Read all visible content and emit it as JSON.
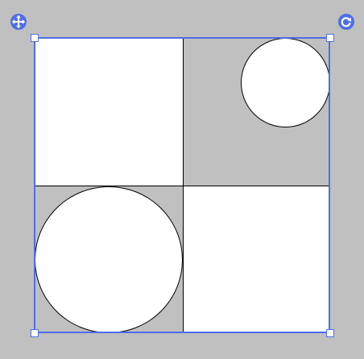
{
  "colors": {
    "background": "#c0c0c0",
    "tile_fill": "#ffffff",
    "tile_gray": "#c0c0c0",
    "outline": "#000000",
    "selection_accent": "#4f6ee8"
  },
  "controls": {
    "move_icon": "move-arrows-icon",
    "rotate_icon": "rotate-icon"
  },
  "figure": {
    "cells": [
      {
        "position": "top-left",
        "fill": "#ffffff"
      },
      {
        "position": "top-right",
        "fill": "#c0c0c0"
      },
      {
        "position": "bottom-left",
        "fill": "#c0c0c0"
      },
      {
        "position": "bottom-right",
        "fill": "#ffffff"
      }
    ],
    "circles": [
      {
        "cell": "top-right",
        "fill": "#ffffff"
      },
      {
        "cell": "bottom-left",
        "fill": "#ffffff"
      }
    ]
  }
}
